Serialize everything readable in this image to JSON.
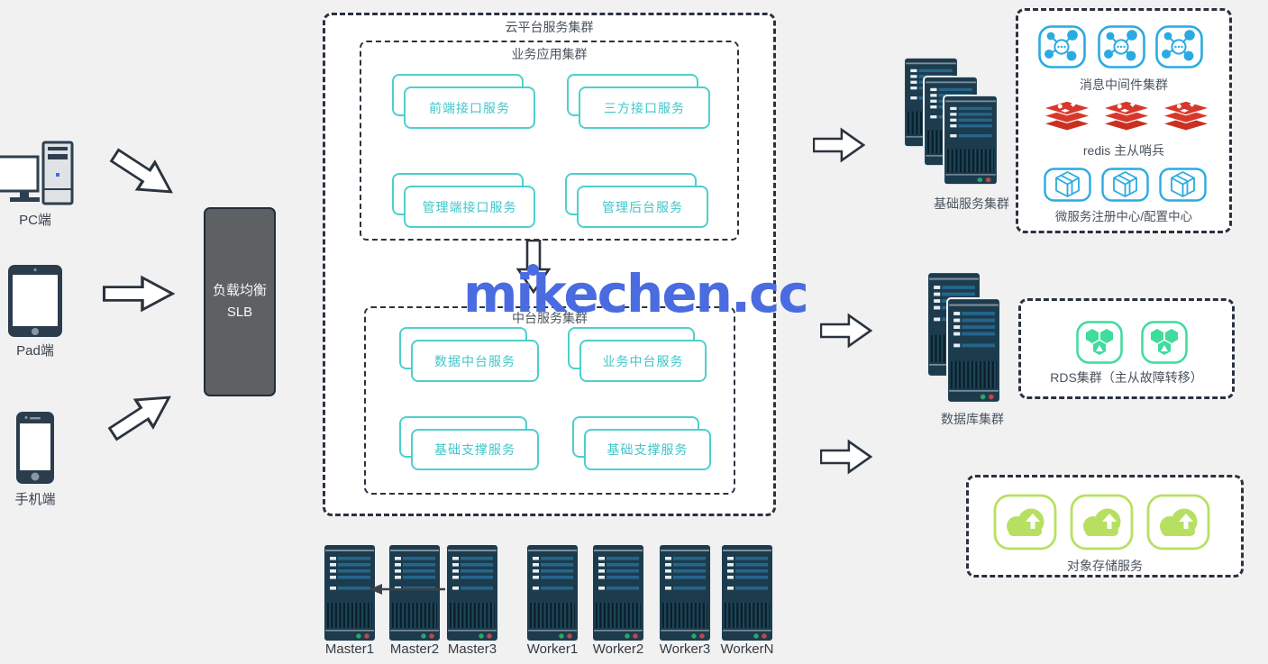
{
  "watermark": "mikechen.cc",
  "clients": {
    "pc": "PC端",
    "pad": "Pad端",
    "phone": "手机端"
  },
  "load_balancer": {
    "line1": "负载均衡",
    "line2": "SLB"
  },
  "cloud": {
    "title": "云平台服务集群",
    "app_cluster": {
      "title": "业务应用集群",
      "services": [
        "前端接口服务",
        "三方接口服务",
        "管理端接口服务",
        "管理后台服务"
      ]
    },
    "mid_cluster": {
      "title": "中台服务集群",
      "services": [
        "数据中台服务",
        "业务中台服务",
        "基础支撑服务",
        "基础支撑服务"
      ]
    }
  },
  "stacks": {
    "base_services": "基础服务集群",
    "database": "数据库集群"
  },
  "panels": {
    "middleware": {
      "mq_label": "消息中间件集群",
      "redis_label": "redis 主从哨兵",
      "registry_label": "微服务注册中心/配置中心"
    },
    "rds": {
      "label": "RDS集群（主从故障转移）"
    },
    "oss": {
      "label": "对象存储服务"
    }
  },
  "racks": [
    "Master1",
    "Master2",
    "Master3",
    "Worker1",
    "Worker2",
    "Worker3",
    "WorkerN"
  ],
  "colors": {
    "teal_border": "#4dd0cb",
    "teal_text": "#3fc6ca",
    "blue_icon": "#29abe2",
    "green_icon": "#3fdc9b",
    "lime_icon": "#b7e063",
    "redis_red": "#d8382c",
    "server_navy": "#1c3c4e",
    "watermark_blue": "#4a6ce0"
  }
}
